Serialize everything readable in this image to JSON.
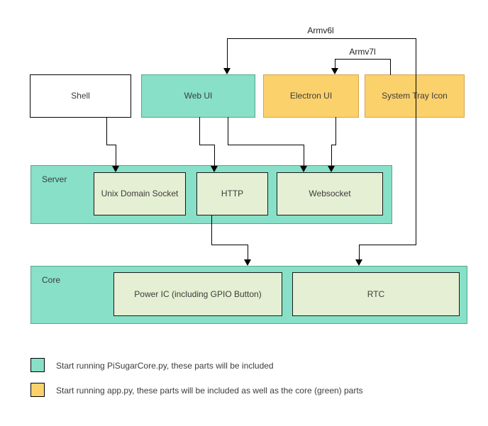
{
  "colors": {
    "teal": "#87E0C7",
    "teal_border": "#58A58C",
    "orange": "#FBD16C",
    "orange_border": "#D8A44B",
    "lightgreen": "#E5EFD3",
    "line": "#000000"
  },
  "nodes": {
    "shell": {
      "label": "Shell"
    },
    "web_ui": {
      "label": "Web UI"
    },
    "electron_ui": {
      "label": "Electron UI"
    },
    "system_tray": {
      "label": "System Tray Icon"
    },
    "server": {
      "label": "Server"
    },
    "unix_domain_socket": {
      "label": "Unix Domain Socket"
    },
    "http": {
      "label": "HTTP"
    },
    "websocket": {
      "label": "Websocket"
    },
    "core": {
      "label": "Core"
    },
    "power_ic": {
      "label": "Power IC (including GPIO Button)"
    },
    "rtc": {
      "label": "RTC"
    }
  },
  "edges": {
    "armv6l": {
      "label": "Armv6l"
    },
    "armv7l": {
      "label": "Armv7l"
    }
  },
  "icons": {
    "arrowhead_down": "filled black triangle pointing down"
  },
  "legend": {
    "items": [
      {
        "swatch_color": "#87E0C7",
        "text": "Start running PiSugarCore.py, these parts will be included"
      },
      {
        "swatch_color": "#FBD16C",
        "text": "Start running app.py, these parts will be included as well as the core (green) parts"
      }
    ]
  }
}
